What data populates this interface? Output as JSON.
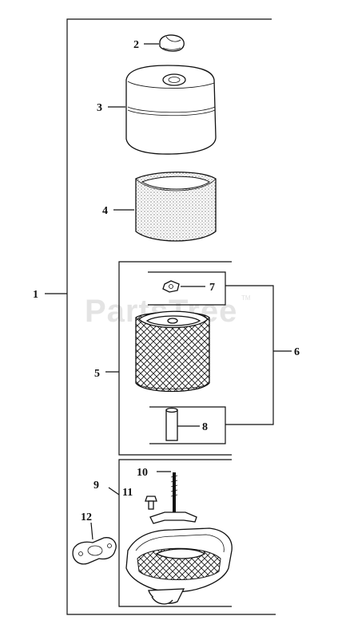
{
  "watermark": {
    "text": "PartsTree",
    "tm": "TM"
  },
  "callouts": {
    "c1": "1",
    "c2": "2",
    "c3": "3",
    "c4": "4",
    "c5": "5",
    "c6": "6",
    "c7": "7",
    "c8": "8",
    "c9": "9",
    "c10": "10",
    "c11": "11",
    "c12": "12"
  },
  "colors": {
    "line": "#111111",
    "background": "#ffffff",
    "watermark": "#cfcfcf"
  }
}
